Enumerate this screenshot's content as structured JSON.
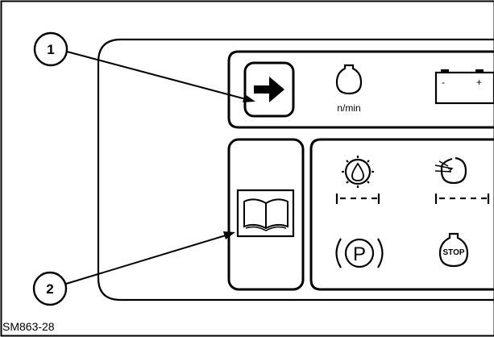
{
  "figure": {
    "code": "SM863-28"
  },
  "callouts": [
    {
      "number": "1"
    },
    {
      "number": "2"
    }
  ],
  "indicators": {
    "engine_speed_unit": "n/min",
    "battery_minus": "-",
    "battery_plus": "+",
    "parking_letter": "P",
    "stop_label": "STOP"
  },
  "icons": [
    "arrow-right-icon",
    "engine-speed-icon",
    "battery-icon",
    "manual-book-icon",
    "oil-pressure-warning-icon",
    "coolant-temperature-icon",
    "parking-brake-icon",
    "engine-stop-icon"
  ]
}
